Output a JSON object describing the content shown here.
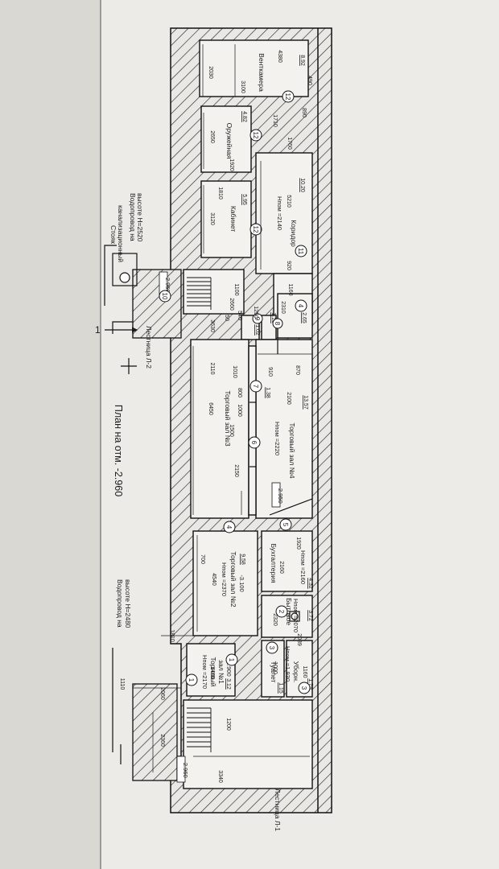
{
  "plan": {
    "title": "План на отм. -2.960",
    "section_mark": "1"
  },
  "rooms": {
    "ventkamera": "Венткамера",
    "oruzheynaya": "Оружейная",
    "kabinet": "Кабинет",
    "koridor": "Коридор",
    "hall3": "Торговый зал №3",
    "hall4": "Торговый зал №4",
    "hall2": "Торговый зал №2",
    "hall1a": "Торговый",
    "hall1b": "зал №1",
    "buhgalteria": "Бухгалтерия",
    "bytovoe": "Бытовое",
    "ubornaya": "Уборн.",
    "tualet": "Туалет"
  },
  "annotations": {
    "stoyak_1": "Стояк",
    "stoyak_2": "канализационный",
    "vodoprovod_top_1": "Водопровод на",
    "vodoprovod_top_2": "высоте H=2520",
    "vodoprovod_left_1": "Водопровод на",
    "vodoprovod_left_2": "высоте H=2480",
    "lestnica_l2": "Лестница Л-2",
    "lestnica_l1": "Лестница Л-1"
  },
  "heights": {
    "h12a": "Hпом =2140",
    "h6": "Hпом =2220",
    "h2": "Hпом =2370",
    "h1": "Hпом =2170",
    "h5": "Hпом =2160",
    "h2b": "Hпом =2070",
    "h3": "Hпом =1.930"
  },
  "levels": {
    "l10": "-2.960",
    "l6": "-2.950",
    "l2": "-3.100",
    "l1": "-2.900",
    "l_left": "-2.960"
  },
  "areas": {
    "ventkamera": "8.92",
    "oruzheynaya": "4.82",
    "kabinet": "5.95",
    "koridor": "10.20",
    "r9": "1.02",
    "r8": "1.13",
    "r4": "2.65",
    "r7": "1.38",
    "hall4": "13.57",
    "hall2": "9.58",
    "hall1": "3.12",
    "buh": "4.32",
    "byt": "3.72",
    "ubor": "1.79",
    "tual": "1.15"
  },
  "numbers": {
    "n12a": "12",
    "n12b": "12",
    "n12c": "12",
    "n11": "11",
    "n10": "10",
    "n9": "9",
    "n8": "8",
    "n4a": "4",
    "n7": "7",
    "n6": "6",
    "n4b": "4",
    "n5": "5",
    "n1a": "1",
    "n1b": "1",
    "n2": "2",
    "n3a": "3",
    "n3b": "3"
  },
  "dims": {
    "d4380": "4380",
    "d2030": "2030",
    "d3100": "3100",
    "d490": "490",
    "d2650": "2650",
    "d1920a": "1920",
    "d1710": "1710",
    "d890": "890",
    "d1760": "1760",
    "d3120": "3120",
    "d1810a": "1810",
    "d5210": "5210",
    "d920": "920",
    "d1160": "1160",
    "d2310": "2310",
    "d1100": "1100",
    "d2660": "2660",
    "d540": "540",
    "d1250": "1250",
    "d3630": "3630",
    "d50": "50",
    "d2110": "2110",
    "d1010": "1010",
    "d910": "910",
    "d870": "870",
    "d800": "800",
    "d1000": "1000",
    "d6450": "6450",
    "d1500": "1500",
    "d2100": "2100",
    "d2150": "2150",
    "d1920b": "1920",
    "d700": "700",
    "d4540": "4540",
    "d2160": "2160",
    "d1810b": "1810",
    "d2320": "2320",
    "d2039": "2039",
    "d1110": "1110",
    "d1460": "1460",
    "d1160b": "1160",
    "d2060": "2060",
    "d1200": "1200",
    "d2360": "2360",
    "d3340": "3340",
    "d1000b": "1000"
  }
}
